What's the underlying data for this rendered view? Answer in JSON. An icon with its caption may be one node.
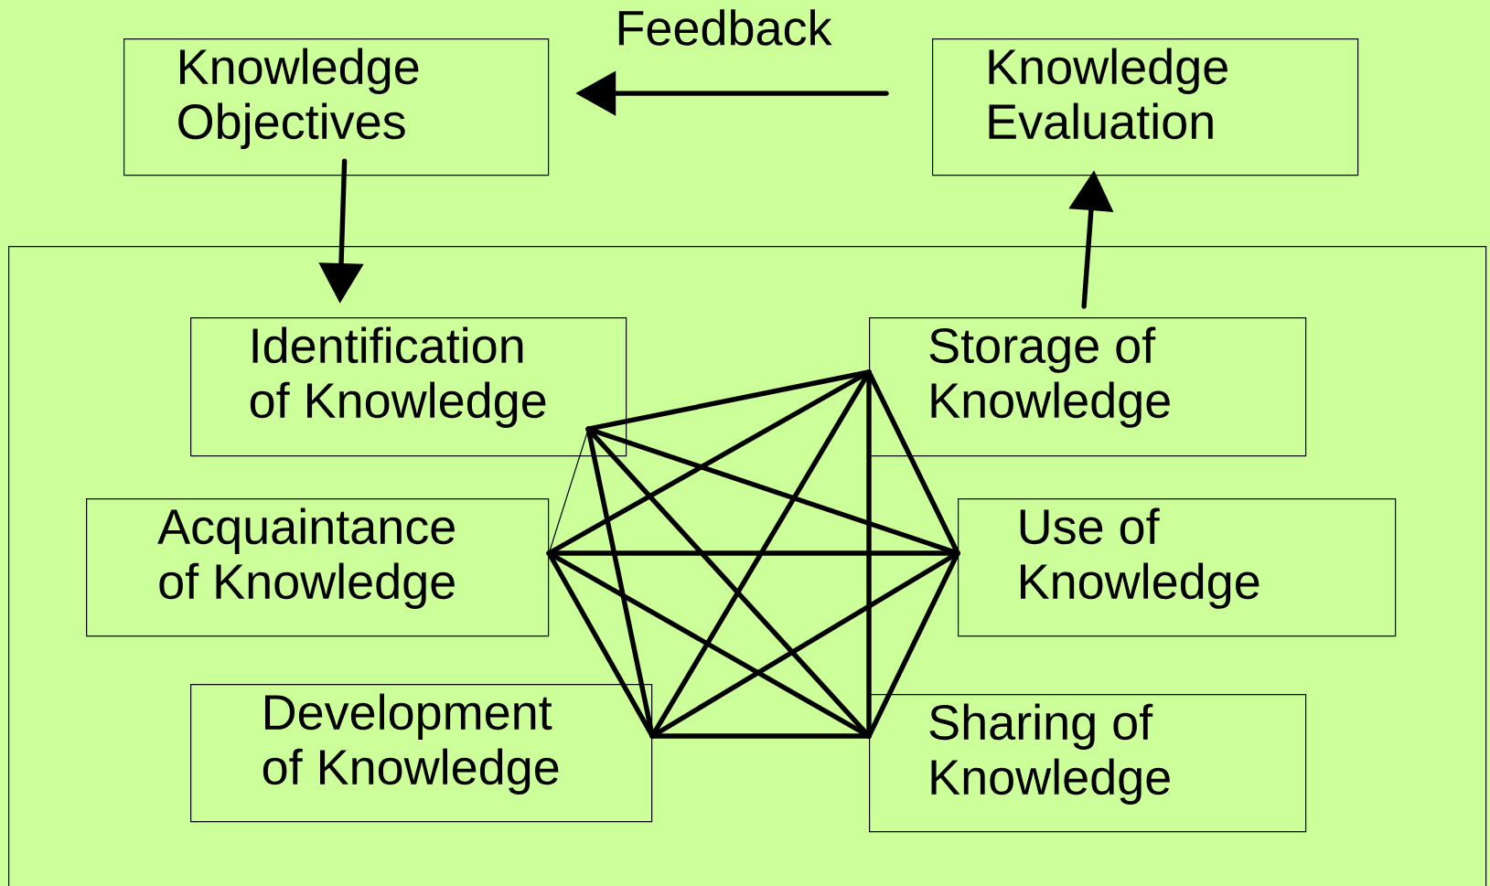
{
  "diagram": {
    "nodes": [
      {
        "text": [
          "Knowledge Objectives"
        ]
      },
      {
        "text": [
          "Knowledge Evaluation"
        ]
      },
      {
        "text": [],
        "shape": "box"
      },
      {
        "text": [
          "Identification of Knowledge"
        ],
        "in": 2
      },
      {
        "text": [
          "Storage of Knowledge"
        ],
        "in": 2
      },
      {
        "text": [
          "Acquaintance of Knowledge"
        ],
        "in": 2
      },
      {
        "text": [
          "Use of Knowledge"
        ],
        "in": 2
      },
      {
        "text": [
          "Development of Knowledge"
        ],
        "in": 2
      },
      {
        "text": [
          "Sharing of Knowledge"
        ],
        "in": 2
      }
    ],
    "edges": [
      {
        "from": 1,
        "to": 0,
        "arrow": "to",
        "label": "Feedback"
      },
      {
        "from": 0,
        "to": 3,
        "arrow": "to"
      },
      {
        "from": 4,
        "to": 1,
        "arrow": "to"
      },
      {
        "from": 3,
        "to": 4,
        "arrow": "none"
      },
      {
        "from": 3,
        "to": 5,
        "arrow": "none"
      },
      {
        "from": 3,
        "to": 6,
        "arrow": "none"
      },
      {
        "from": 3,
        "to": 7,
        "arrow": "none"
      },
      {
        "from": 3,
        "to": 8,
        "arrow": "none"
      },
      {
        "from": 4,
        "to": 5,
        "arrow": "none"
      },
      {
        "from": 4,
        "to": 6,
        "arrow": "none"
      },
      {
        "from": 4,
        "to": 7,
        "arrow": "none"
      },
      {
        "from": 4,
        "to": 8,
        "arrow": "none"
      },
      {
        "from": 5,
        "to": 6,
        "arrow": "none"
      },
      {
        "from": 5,
        "to": 7,
        "arrow": "none"
      },
      {
        "from": 5,
        "to": 8,
        "arrow": "none"
      },
      {
        "from": 6,
        "to": 7,
        "arrow": "none"
      },
      {
        "from": 6,
        "to": 8,
        "arrow": "none"
      },
      {
        "from": 7,
        "to": 8,
        "arrow": "none"
      }
    ]
  }
}
